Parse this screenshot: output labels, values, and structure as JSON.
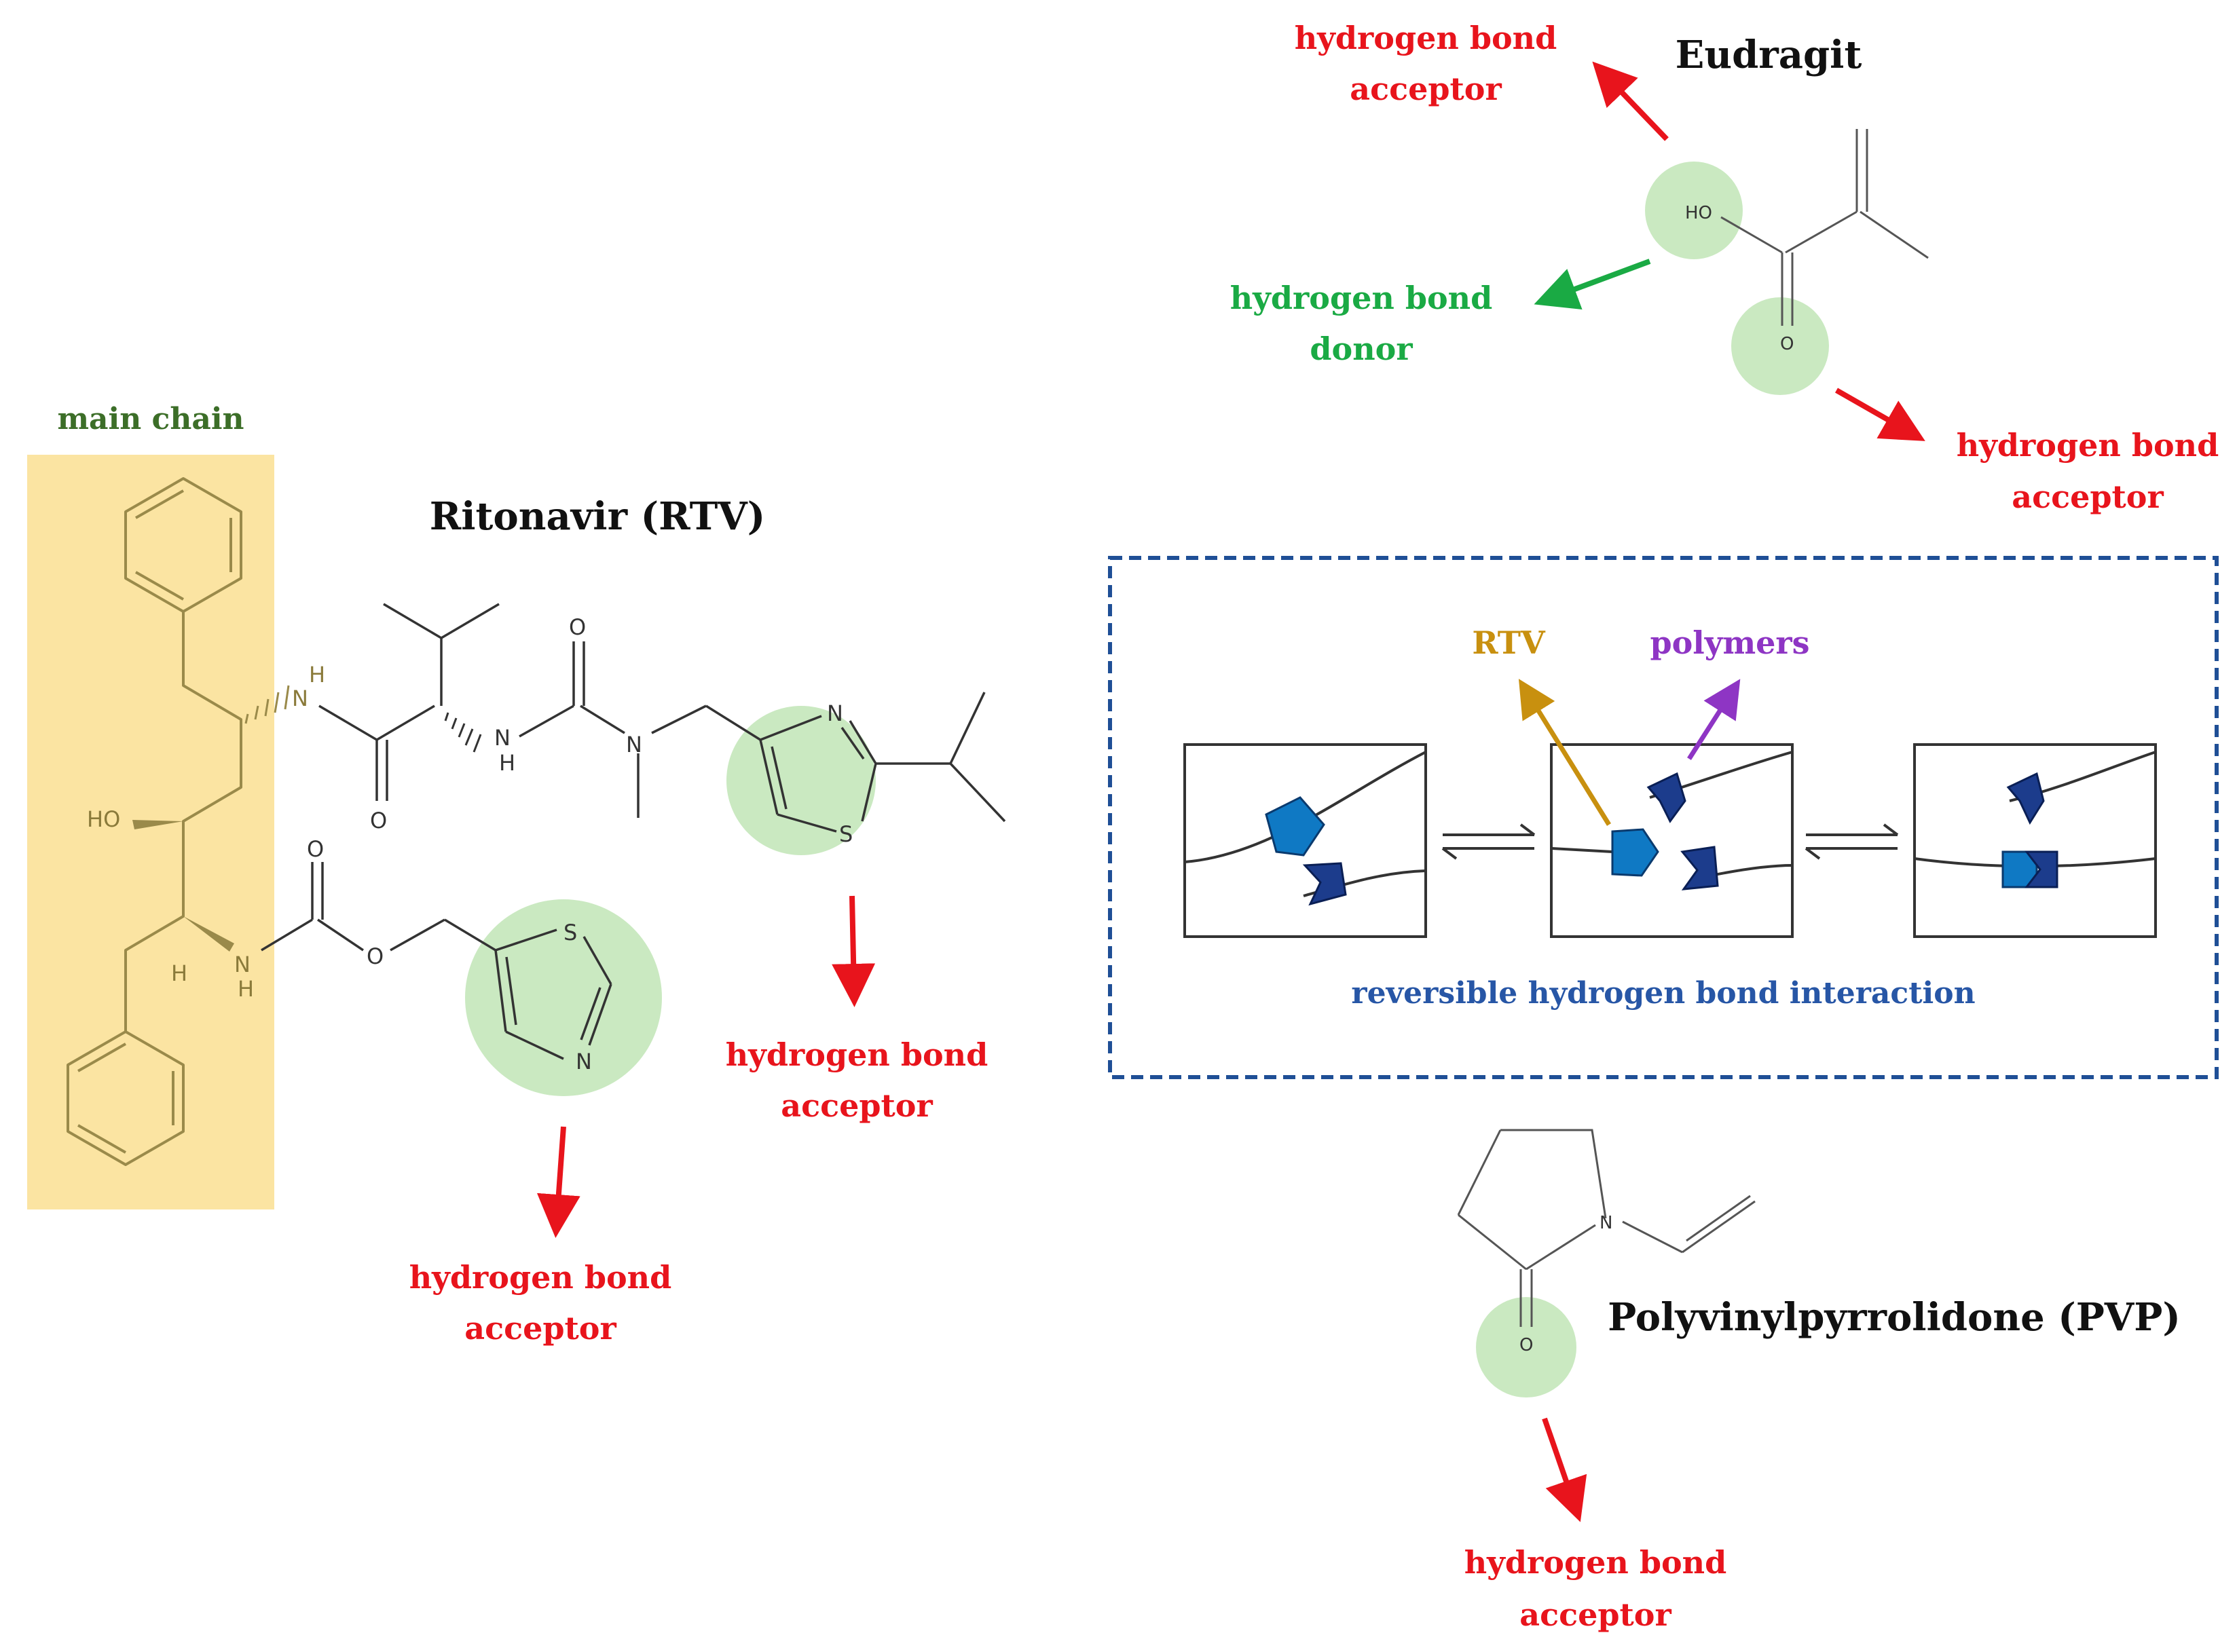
{
  "ritonavir": {
    "title": "Ritonavir (RTV)",
    "main_chain_label": "main chain",
    "acceptor_thiazole_top": [
      "hydrogen bond",
      "acceptor"
    ],
    "acceptor_thiazole_bottom": [
      "hydrogen bond",
      "acceptor"
    ]
  },
  "eudragit": {
    "title": "Eudragit",
    "acceptor_top": [
      "hydrogen bond",
      "acceptor"
    ],
    "donor": [
      "hydrogen bond",
      "donor"
    ],
    "acceptor_right": [
      "hydrogen bond",
      "acceptor"
    ]
  },
  "pvp": {
    "title": "Polyvinylpyrrolidone (PVP)",
    "acceptor": [
      "hydrogen bond",
      "acceptor"
    ]
  },
  "interaction_box": {
    "rtv_label": "RTV",
    "polymers_label": "polymers",
    "caption": "reversible hydrogen bond interaction"
  },
  "atoms": {
    "HN_top": "H",
    "N_top": "N",
    "N_urea": "N",
    "H_urea": "H",
    "O_amide": "O",
    "O_urea": "O",
    "N_methyl": "N",
    "N_thz1": "N",
    "S_thz1": "S",
    "HO": "HO",
    "H_stereo": "H",
    "N_carb": "N",
    "H_carb": "H",
    "O_carb_dbl": "O",
    "O_carb_single": "O",
    "S_thz2": "S",
    "N_thz2": "N",
    "HO_eud": "HO",
    "O_eud": "O",
    "N_pvp": "N",
    "O_pvp": "O"
  },
  "colors": {
    "acceptor_red": "#e8141c",
    "donor_green": "#1aaa44",
    "highlight_green": "#b8e2ac",
    "main_chain_yellow": "#fbe4a2",
    "box_border_blue": "#1f4f96",
    "rtv_gold": "#c8900f",
    "polymers_purple": "#8e35c4",
    "rtv_shape_blue": "#0f79c4",
    "polymer_shape_navy": "#1c3c8c"
  }
}
